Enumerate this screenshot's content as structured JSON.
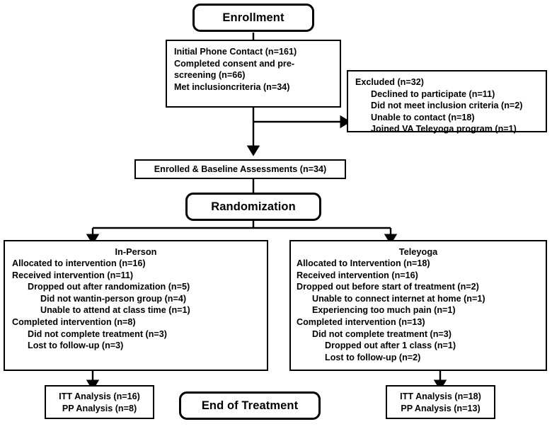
{
  "diagram": {
    "title": "CONSORT participant flow diagram",
    "stage_labels": {
      "enrollment": "Enrollment",
      "randomization": "Randomization",
      "end_of_treatment": "End of Treatment"
    },
    "screening_box": {
      "lines": [
        "Initial Phone Contact (n=161)",
        "Completed consent and pre-",
        "screening (n=66)",
        "Met inclusioncriteria (n=34)"
      ]
    },
    "excluded_box": {
      "heading": "Excluded (n=32)",
      "items": [
        "Declined to participate (n=11)",
        "Did not meet inclusion criteria (n=2)",
        "Unable to contact (n=18)",
        "Joined VA Teleyoga program (n=1)"
      ]
    },
    "enrolled_box": {
      "text": "Enrolled & Baseline Assessments (n=34)"
    },
    "arms": [
      {
        "name": "In-Person",
        "lines": [
          {
            "text": "Allocated to intervention (n=16)",
            "indent": 0
          },
          {
            "text": "Received intervention (n=11)",
            "indent": 0
          },
          {
            "text": "Dropped out after randomization (n=5)",
            "indent": 1
          },
          {
            "text": "Did not wantin-person group (n=4)",
            "indent": 2
          },
          {
            "text": "Unable to attend at class time (n=1)",
            "indent": 2
          },
          {
            "text": "Completed intervention (n=8)",
            "indent": 0
          },
          {
            "text": "Did not complete treatment (n=3)",
            "indent": 1
          },
          {
            "text": "Lost to follow-up (n=3)",
            "indent": 1
          }
        ],
        "analysis": [
          "ITT Analysis (n=16)",
          "PP Analysis (n=8)"
        ]
      },
      {
        "name": "Teleyoga",
        "lines": [
          {
            "text": "Allocated to Intervention (n=18)",
            "indent": 0
          },
          {
            "text": "Received intervention (n=16)",
            "indent": 0
          },
          {
            "text": "Dropped out before start of treatment (n=2)",
            "indent": 0
          },
          {
            "text": "Unable to connect internet at home (n=1)",
            "indent": 1
          },
          {
            "text": "Experiencing too much pain (n=1)",
            "indent": 1
          },
          {
            "text": "Completed intervention (n=13)",
            "indent": 0
          },
          {
            "text": "Did not complete treatment (n=3)",
            "indent": 1
          },
          {
            "text": "Dropped out after 1 class (n=1)",
            "indent": 2
          },
          {
            "text": "Lost to follow-up (n=2)",
            "indent": 2
          }
        ],
        "analysis": [
          "ITT Analysis (n=18)",
          "PP Analysis (n=13)"
        ]
      }
    ],
    "colors": {
      "stroke": "#000000",
      "background": "#ffffff",
      "text": "#000000"
    }
  }
}
